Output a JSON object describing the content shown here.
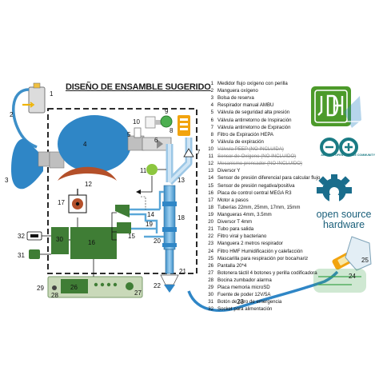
{
  "title": "DISEÑO DE ENSAMBLE SUGERIDO",
  "legend": [
    {
      "n": "1",
      "text": "Medidor flujo oxígeno con perilla",
      "struck": false
    },
    {
      "n": "2",
      "text": "Manguera oxígeno",
      "struck": false
    },
    {
      "n": "3",
      "text": "Bolsa de reserva",
      "struck": false
    },
    {
      "n": "4",
      "text": "Respirador manual AMBU",
      "struck": false
    },
    {
      "n": "5",
      "text": "Válvula de seguridad alta presión",
      "struck": false
    },
    {
      "n": "6",
      "text": "Válvula antirretorno de Inspiración",
      "struck": false
    },
    {
      "n": "7",
      "text": "Válvula antirretorno de Expiración",
      "struck": false
    },
    {
      "n": "8",
      "text": "Filtro de Expiración HEPA",
      "struck": false
    },
    {
      "n": "9",
      "text": "Válvula de expiración",
      "struck": false
    },
    {
      "n": "10",
      "text": "Válvula PEEP (NO INCLUIDA)",
      "struck": true
    },
    {
      "n": "11",
      "text": "Sensor de Oxígeno (NO INCLUIDO)",
      "struck": true
    },
    {
      "n": "12",
      "text": "Mecanismo prensador (NO INCLUIDO)",
      "struck": true
    },
    {
      "n": "13",
      "text": "Diversor Y",
      "struck": false
    },
    {
      "n": "14",
      "text": "Sensor de presión diferencial para calcular flujo",
      "struck": false
    },
    {
      "n": "15",
      "text": "Sensor de presión negativa/positiva",
      "struck": false
    },
    {
      "n": "16",
      "text": "Placa de control central MEGA R3",
      "struck": false
    },
    {
      "n": "17",
      "text": "Motor a pasos",
      "struck": false
    },
    {
      "n": "18",
      "text": "Tuberías 22mm, 25mm, 17mm, 15mm",
      "struck": false
    },
    {
      "n": "19",
      "text": "Mangueras 4mm, 3.5mm",
      "struck": false
    },
    {
      "n": "20",
      "text": "Diversor T 4mm",
      "struck": false
    },
    {
      "n": "21",
      "text": "Tubo para salida",
      "struck": false
    },
    {
      "n": "22",
      "text": "Filtro viral y bacteriano",
      "struck": false
    },
    {
      "n": "23",
      "text": "Manguera 2 metros respirador",
      "struck": false
    },
    {
      "n": "24",
      "text": "Filtro HMF Humidificación y calefacción",
      "struck": false
    },
    {
      "n": "25",
      "text": "Mascarilla para respiración por boca/nariz",
      "struck": false
    },
    {
      "n": "26",
      "text": "Pantalla 20*4",
      "struck": false
    },
    {
      "n": "27",
      "text": "Botonera táctil 4 botones y perilla codificadora",
      "struck": false
    },
    {
      "n": "28",
      "text": "Bocina zumbador alarma",
      "struck": false
    },
    {
      "n": "29",
      "text": "Placa memoria microSD",
      "struck": false
    },
    {
      "n": "30",
      "text": "Fuente de poder 12V/5A",
      "struck": false
    },
    {
      "n": "31",
      "text": "Botón de paro de emergencia",
      "struck": false
    },
    {
      "n": "32",
      "text": "Socket para alimentación",
      "struck": false
    }
  ],
  "logos": {
    "arduino_caption": "ARDUINO OPEN·SOURCE COMMUNITY",
    "osh_line1": "open source",
    "osh_line2": "hardware"
  },
  "colors": {
    "ambu_blue": "#2f86c6",
    "tube_blue": "#5aa7d8",
    "board_green": "#3f7d35",
    "display_green": "#c9d9b9",
    "peep_orange": "#f2a40f",
    "sensor_green": "#8cc63f",
    "press_brown": "#b4502a",
    "osh_teal": "#1a6d8c",
    "jdh_green": "#4c9a2a"
  }
}
